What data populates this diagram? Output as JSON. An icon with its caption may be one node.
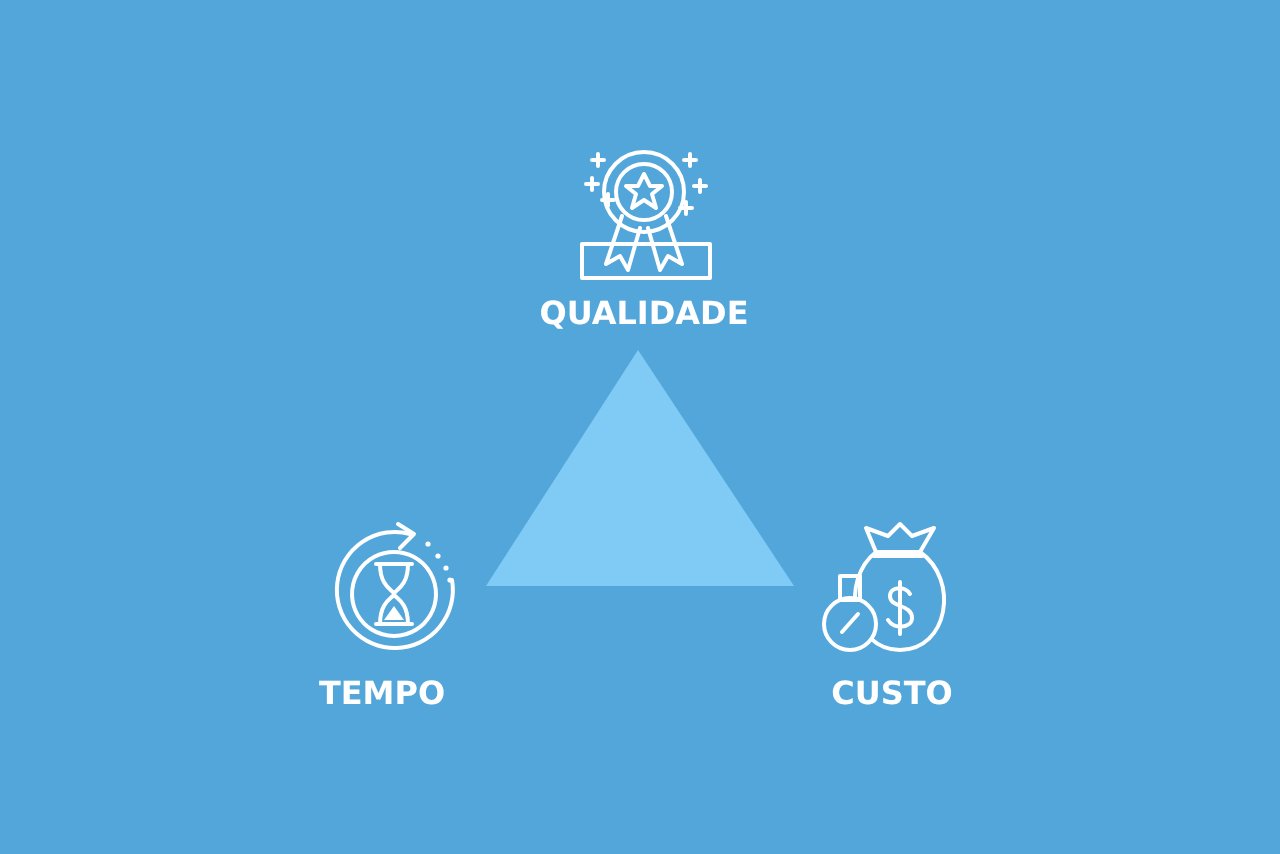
{
  "diagram": {
    "nodes": [
      {
        "text": [],
        "shape": "triangle"
      }
    ],
    "labels": [
      "QUALIDADE",
      "TEMPO",
      "CUSTO"
    ]
  }
}
